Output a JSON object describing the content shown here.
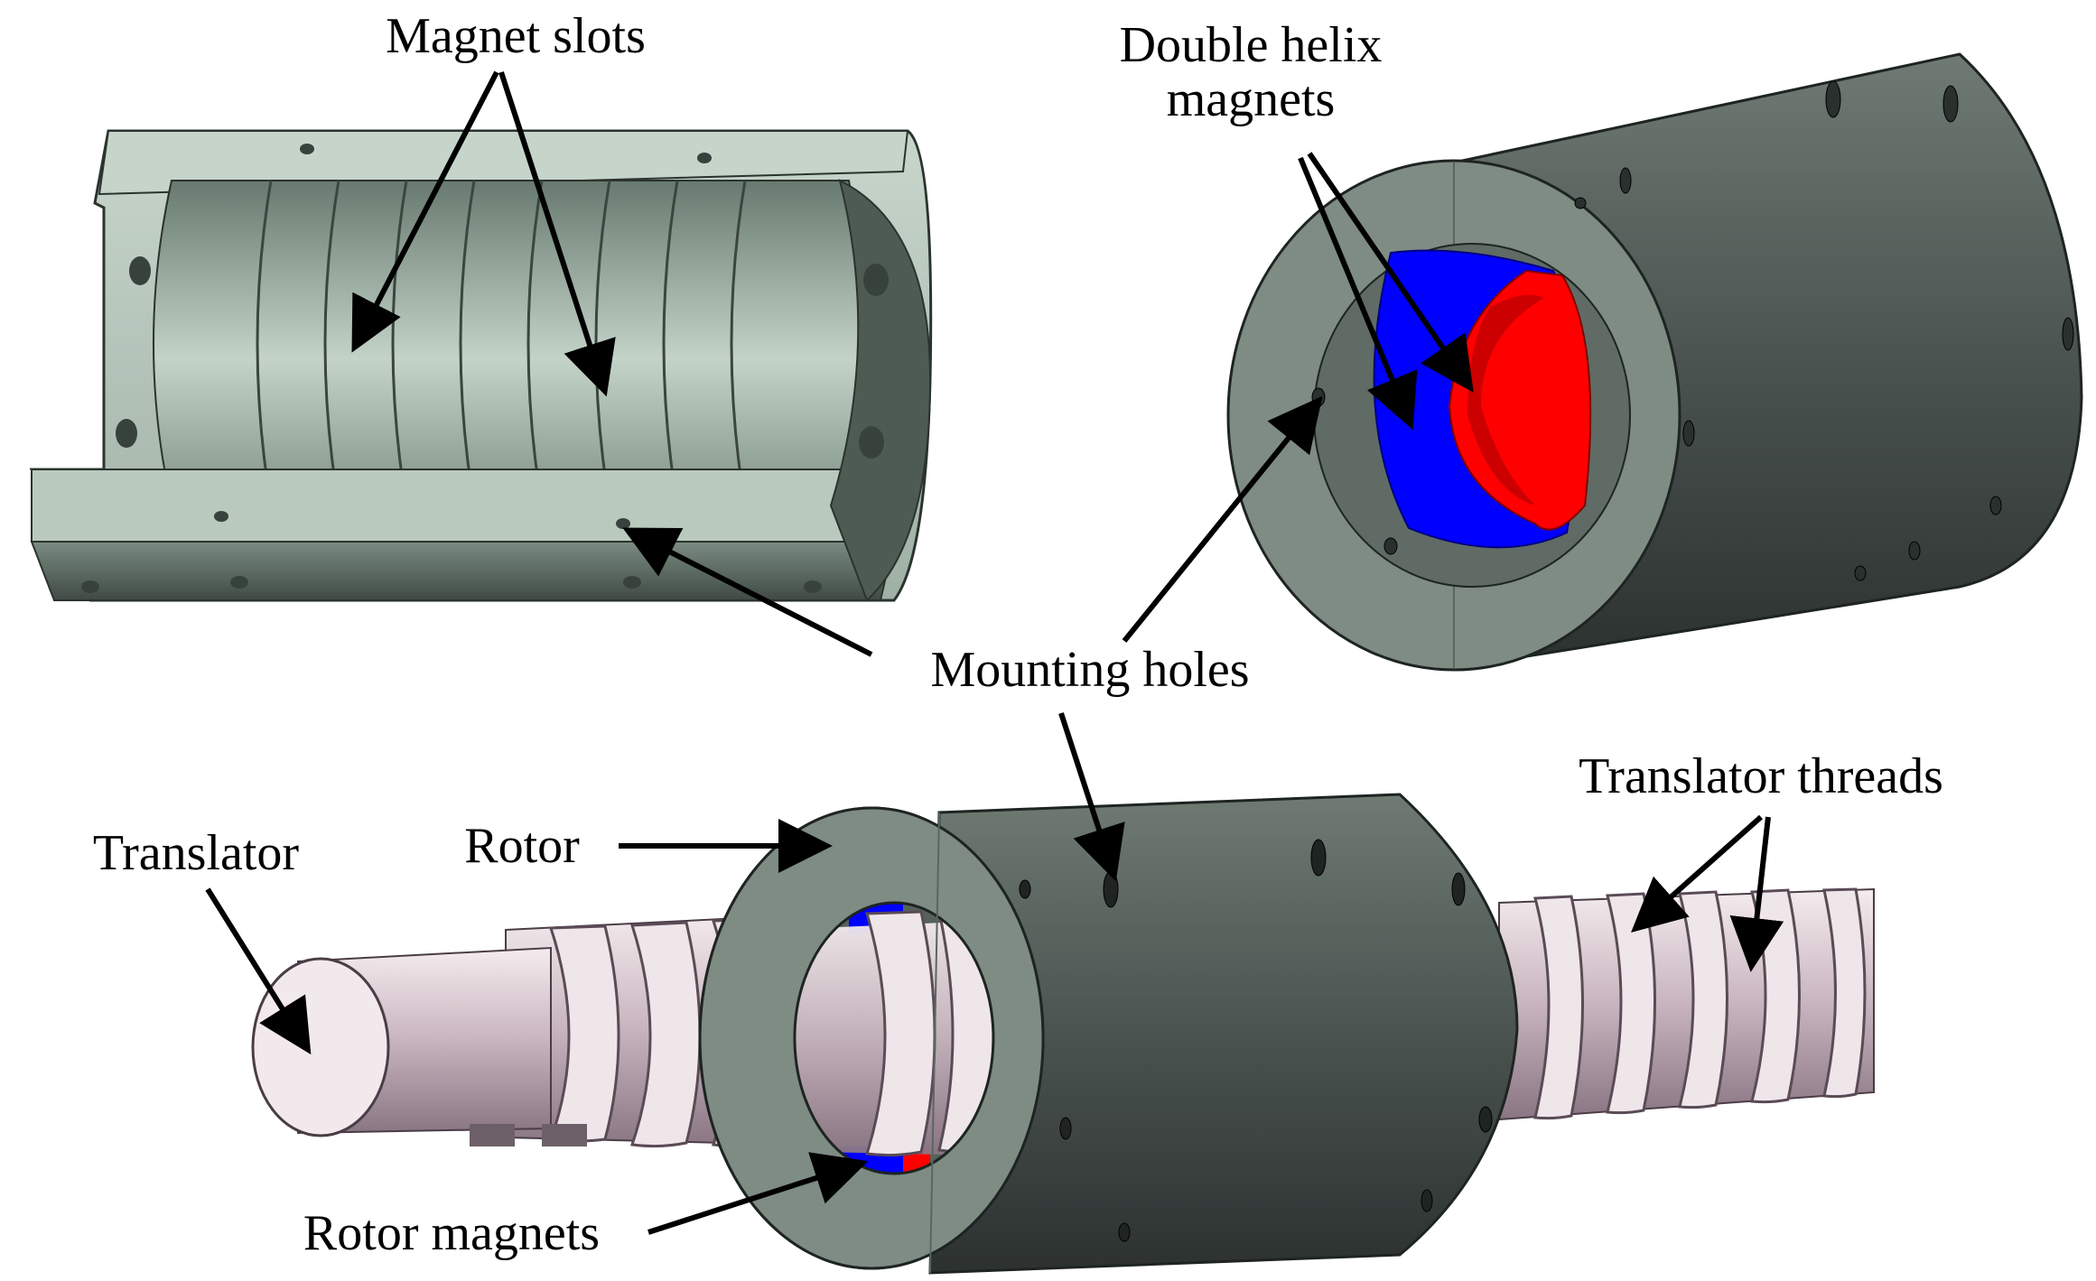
{
  "labels": {
    "magnet_slots": "Magnet slots",
    "double_helix_line1": "Double helix",
    "double_helix_line2": "magnets",
    "mounting_holes": "Mounting holes",
    "translator_threads": "Translator threads",
    "translator": "Translator",
    "rotor": "Rotor",
    "rotor_magnets": "Rotor magnets"
  },
  "colors": {
    "stator_light": "#b9c9bd",
    "stator_dark": "#5c6a62",
    "rotor_face": "#7e8c84",
    "rotor_body": "#424a47",
    "magnet_blue": "#0000ff",
    "magnet_red": "#ff0000",
    "translator_light": "#f1e7ea",
    "translator_dark": "#8d7b86",
    "arrow": "#000000"
  }
}
